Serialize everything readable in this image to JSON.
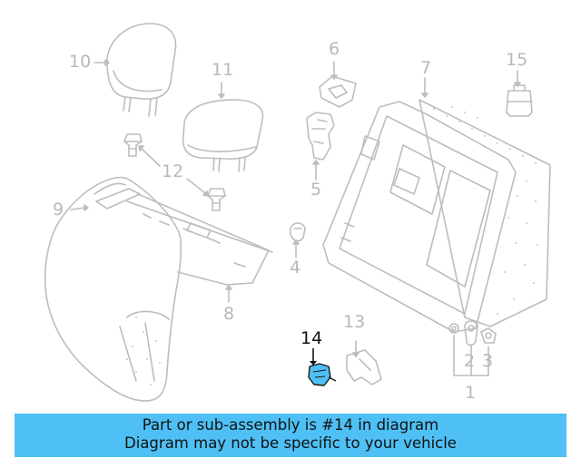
{
  "colors": {
    "part_line": "#bdbdbd",
    "highlight_fill": "#4fc0f5",
    "highlight_stroke": "#1a1a1a",
    "banner_bg": "#4fc0f5",
    "banner_text": "#111111"
  },
  "callouts": [
    "1",
    "2",
    "3",
    "4",
    "5",
    "6",
    "7",
    "8",
    "9",
    "10",
    "11",
    "12",
    "13",
    "14",
    "15"
  ],
  "banner": {
    "line1": "Part or sub-assembly is #14 in diagram",
    "line2": "Diagram may not be specific to your vehicle"
  }
}
